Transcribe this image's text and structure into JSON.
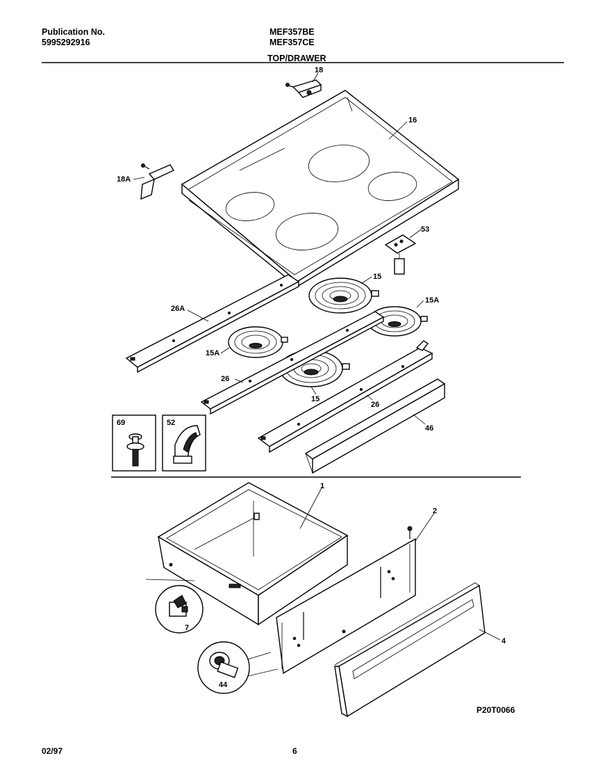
{
  "header": {
    "publication_label": "Publication No.",
    "publication_number": "5995292916",
    "model_1": "MEF357BE",
    "model_2": "MEF357CE",
    "section_title": "TOP/DRAWER"
  },
  "callouts": {
    "c18": "18",
    "c16": "16",
    "c18A": "18A",
    "c53": "53",
    "c15_top": "15",
    "c15A_right": "15A",
    "c26A": "26A",
    "c15A_left": "15A",
    "c26_left": "26",
    "c15_bottom": "15",
    "c26_right": "26",
    "c46": "46",
    "c69": "69",
    "c52": "52",
    "c1": "1",
    "c2": "2",
    "c4": "4",
    "c7": "7",
    "c44": "44"
  },
  "footer": {
    "diagram_code": "P20T0066",
    "date": "02/97",
    "page": "6"
  }
}
